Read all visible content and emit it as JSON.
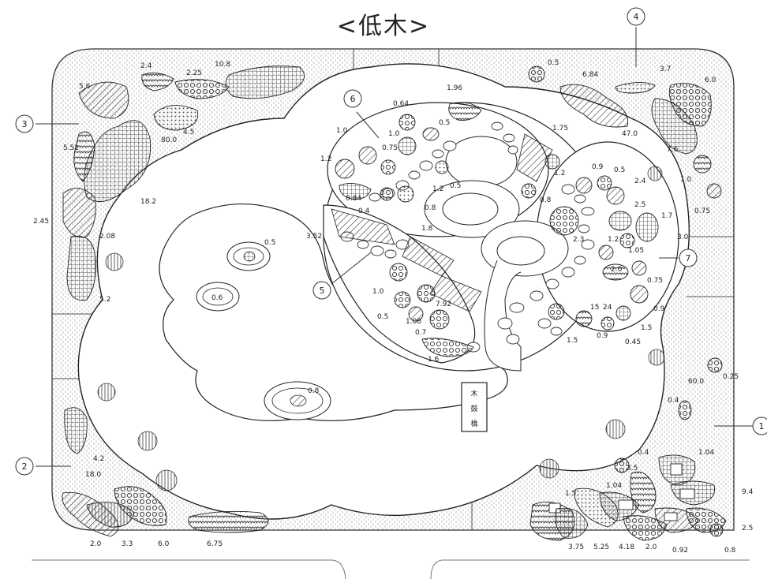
{
  "title": "<低木>",
  "bridge_label": [
    "木",
    "鼓",
    "橋"
  ],
  "zones": [
    "1",
    "2",
    "3",
    "4",
    "5",
    "6",
    "7"
  ],
  "labels": {
    "nw": [
      "2.4",
      "2.25",
      "10.8",
      "5.6",
      "4.5",
      "80.0",
      "5.52",
      "18.2",
      "2.45",
      "2.08",
      "5.2"
    ],
    "ne": [
      "0.5",
      "6.84",
      "3.7",
      "6.0",
      "47.0",
      "7.6",
      "1.0",
      "0.75",
      "3.0"
    ],
    "island6": [
      "1.96",
      "0.64",
      "0.5",
      "1.0",
      "1.0",
      "0.75",
      "1.2",
      "1.2",
      "0.5",
      "0.84",
      "0.4",
      "0.8",
      "1.75",
      "1.2",
      "0.8"
    ],
    "island7": [
      "0.9",
      "0.5",
      "2.4",
      "2.5",
      "1.7",
      "2.3",
      "1.2",
      "1.05",
      "2.0",
      "0.75",
      "0.9",
      "1.5",
      "0.45",
      "0.9",
      "1.5",
      "15",
      "24"
    ],
    "island5": [
      "3.52",
      "1.8",
      "1.0",
      "0.5",
      "1.08",
      "7.92",
      "0.7",
      "1.6"
    ],
    "pond": [
      "0.5",
      "0.6",
      "0.8"
    ],
    "east": [
      "60.0",
      "0.25",
      "0.4"
    ],
    "sw": [
      "4.2",
      "18.0",
      "2.0",
      "3.3",
      "6.0",
      "6.75"
    ],
    "se": [
      "0.4",
      "1.04",
      "3.5",
      "9.4",
      "1.04",
      "1.5",
      "3.75",
      "5.25",
      "4.18",
      "2.0",
      "0.92",
      "0.8",
      "2.5"
    ]
  }
}
